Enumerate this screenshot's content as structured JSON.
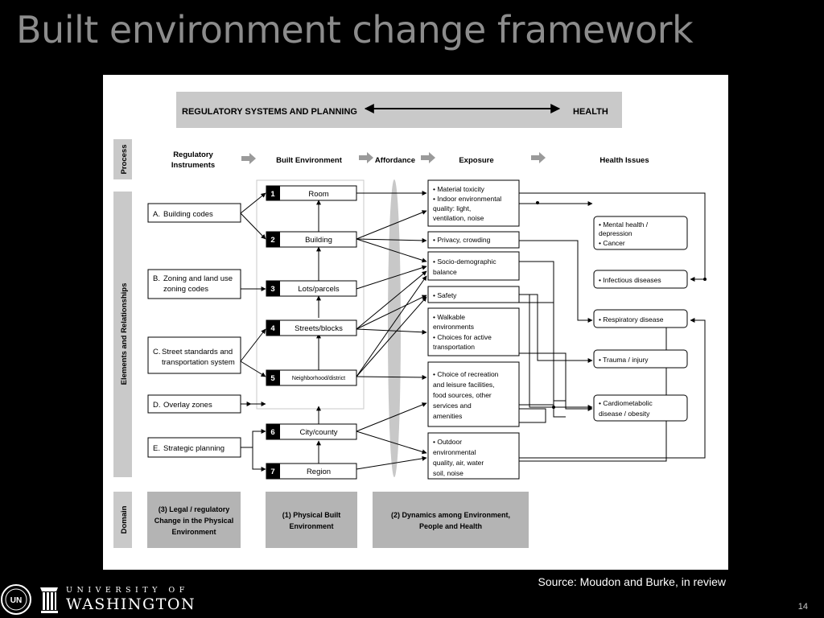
{
  "slide": {
    "title": "Built environment change framework",
    "source": "Source: Moudon and Burke, in review",
    "page_number": "14"
  },
  "logo": {
    "university_line": "UNIVERSITY OF",
    "washington_line": "WASHINGTON",
    "seal_text": "UN"
  },
  "diagram": {
    "banner": {
      "left": "REGULATORY SYSTEMS AND PLANNING",
      "right": "HEALTH"
    },
    "side_labels": {
      "process": "Process",
      "elements": "Elements and Relationships",
      "domain": "Domain"
    },
    "process_headers": {
      "regulatory_line1": "Regulatory",
      "regulatory_line2": "Instruments",
      "built_env": "Built Environment",
      "affordance": "Affordance",
      "exposure": "Exposure",
      "health_issues": "Health Issues"
    },
    "instruments": [
      {
        "letter": "A.",
        "line1": "Building codes",
        "line2": ""
      },
      {
        "letter": "B.",
        "line1": "Zoning and land use",
        "line2": "zoning codes"
      },
      {
        "letter": "C.",
        "line1": "Street standards and",
        "line2": "transportation system"
      },
      {
        "letter": "D.",
        "line1": "Overlay zones",
        "line2": ""
      },
      {
        "letter": "E.",
        "line1": "Strategic planning",
        "line2": ""
      }
    ],
    "scales": [
      {
        "num": "1",
        "label": "Room"
      },
      {
        "num": "2",
        "label": "Building"
      },
      {
        "num": "3",
        "label": "Lots/parcels"
      },
      {
        "num": "4",
        "label": "Streets/blocks"
      },
      {
        "num": "5",
        "label": "Neighborhood/district"
      },
      {
        "num": "6",
        "label": "City/county"
      },
      {
        "num": "7",
        "label": "Region"
      }
    ],
    "exposures": [
      {
        "lines": [
          "• Material toxicity",
          "• Indoor environmental",
          "   quality: light,",
          "   ventilation, noise"
        ]
      },
      {
        "lines": [
          "• Privacy, crowding"
        ]
      },
      {
        "lines": [
          "• Socio-demographic",
          "   balance"
        ]
      },
      {
        "lines": [
          "• Safety"
        ]
      },
      {
        "lines": [
          "• Walkable",
          "   environments",
          "• Choices for active",
          "   transportation"
        ]
      },
      {
        "lines": [
          "• Choice of recreation",
          "   and leisure facilities,",
          "   food sources, other",
          "   services and",
          "   amenities"
        ]
      },
      {
        "lines": [
          "• Outdoor",
          "   environmental",
          "   quality, air, water",
          "   soil, noise"
        ]
      }
    ],
    "health_issues": [
      {
        "lines": [
          "• Mental health /",
          "   depression",
          "• Cancer"
        ]
      },
      {
        "lines": [
          "• Infectious diseases"
        ]
      },
      {
        "lines": [
          "• Respiratory disease"
        ]
      },
      {
        "lines": [
          "• Trauma / injury"
        ]
      },
      {
        "lines": [
          "• Cardiometabolic",
          "   disease / obesity"
        ]
      }
    ],
    "domains": [
      {
        "lines": [
          "(3) Legal / regulatory",
          "Change in the Physical",
          "Environment"
        ]
      },
      {
        "lines": [
          "(1) Physical Built",
          "Environment"
        ]
      },
      {
        "lines": [
          "(2) Dynamics among Environment,",
          "People and Health"
        ]
      }
    ]
  }
}
